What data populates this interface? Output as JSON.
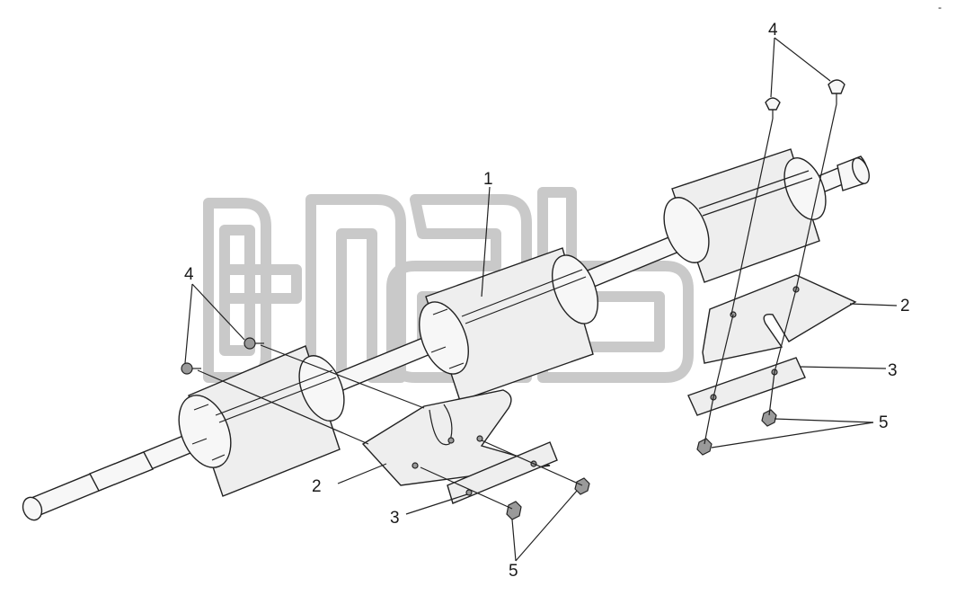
{
  "diagram": {
    "watermark_mark": "TM",
    "callouts": [
      {
        "id": "c1-shaft",
        "text": "1"
      },
      {
        "id": "c2-left",
        "text": "2"
      },
      {
        "id": "c2-right",
        "text": "2"
      },
      {
        "id": "c3-left",
        "text": "3"
      },
      {
        "id": "c3-right",
        "text": "3"
      },
      {
        "id": "c4-left",
        "text": "4"
      },
      {
        "id": "c4-right",
        "text": "4"
      },
      {
        "id": "c5-left",
        "text": "5"
      },
      {
        "id": "c5-right",
        "text": "5"
      }
    ],
    "corner_mark": "-"
  }
}
